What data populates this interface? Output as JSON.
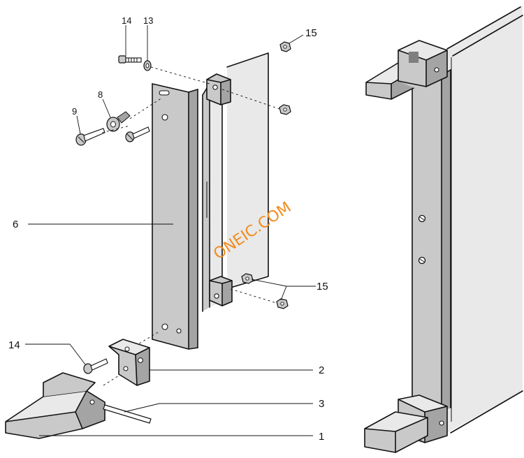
{
  "labels": {
    "l14_top": "14",
    "l13": "13",
    "l15_top": "15",
    "l8": "8",
    "l9": "9",
    "l6": "6",
    "l15_mid": "15",
    "l14_bot": "14",
    "l2": "2",
    "l3": "3",
    "l1": "1"
  },
  "watermark": "ONEIC.COM",
  "colors": {
    "line": "#111111",
    "shade_light": "#e9e9e9",
    "shade_mid": "#c9c9c9",
    "shade_dark": "#a4a4a4",
    "watermark": "#f28c1e"
  }
}
